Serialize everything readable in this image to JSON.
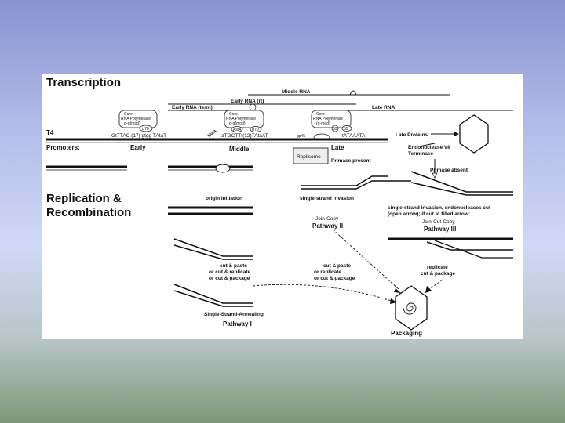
{
  "sections": {
    "transcription": "Transcription",
    "replication": [
      "Replication &",
      "Recombination"
    ]
  },
  "rna": {
    "middle": "Middle RNA",
    "early_rt": "Early RNA (rt)",
    "early_term": "Early RNA (term)",
    "late": "Late RNA"
  },
  "polymerases": {
    "early": [
      "Core",
      "RNA Polymerase",
      "σ-α(mod)",
      "σ70"
    ],
    "middle": [
      "Core",
      "RNA Polymerase",
      "α-α(mod)",
      "AsiA",
      "σ70",
      "MotA"
    ],
    "late": [
      "Core",
      "RNA Polymerase",
      "(α-mod)",
      "33",
      "55",
      "gp45"
    ]
  },
  "promoters": {
    "label": "Promoters:",
    "t4": "T4",
    "early": "Early",
    "middle": "Middle",
    "late": "Late",
    "early_seq": "GtTTAC (17) gtgg TAtaT",
    "middle_seq": "aTGCTTt(12)TAtaAT",
    "late_seq": "tATAAATA"
  },
  "labels": {
    "late_proteins": "Late Proteins",
    "endonuclease": [
      "Endonuclease VII",
      "Terminase"
    ],
    "replisome": "Replisome",
    "primase_present": "Primase present",
    "primase_absent": "Primase absent",
    "origin_initiation": "origin initiation",
    "ss_invasion": "single-strand invasion",
    "ss_invasion_cut": [
      "single-strand invasion, endonucleases cut",
      "(open arrow); if cut at filled arrow:"
    ],
    "join_copy": "Join-Copy",
    "pathway2": "Pathway II",
    "join_cut_copy": "Join-Cut-Copy",
    "pathway3": "Pathway III",
    "ssa": "Single-Strand-Annealing",
    "pathway1": "Pathway I",
    "packaging": "Packaging"
  },
  "actions": {
    "p1": [
      "cut & paste",
      "or  cut & replicate",
      "or  cut & package"
    ],
    "p2": [
      "cut & paste",
      "or  replicate",
      "or  cut & package"
    ],
    "p3": [
      "replicate",
      "cut & package"
    ]
  }
}
